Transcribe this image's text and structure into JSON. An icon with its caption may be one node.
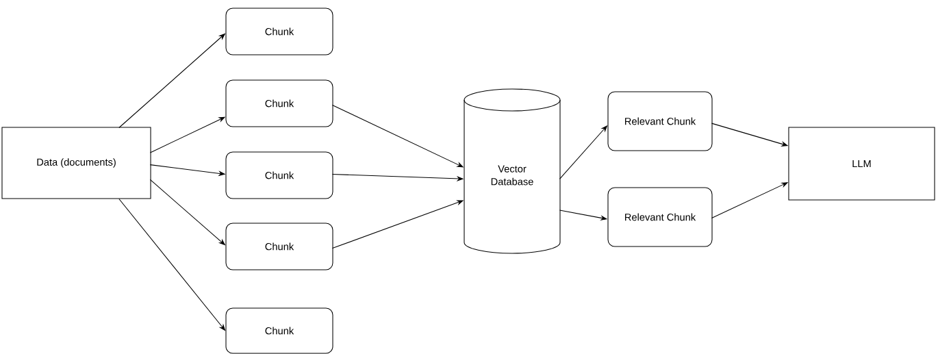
{
  "diagram": {
    "nodes": [
      {
        "text": [
          "Data (documents)"
        ]
      },
      {
        "text": [
          "Chunk"
        ]
      },
      {
        "text": [
          "Chunk"
        ]
      },
      {
        "text": [
          "Chunk"
        ]
      },
      {
        "text": [
          "Chunk"
        ]
      },
      {
        "text": [
          "Chunk"
        ]
      },
      {
        "text": [
          "Vector Database"
        ]
      },
      {
        "text": [
          "Relevant Chunk"
        ]
      },
      {
        "text": [
          "Relevant Chunk"
        ]
      },
      {
        "text": [
          "LLM"
        ]
      }
    ],
    "edges": [
      {
        "from": 0,
        "to": 1,
        "arrow": "to"
      },
      {
        "from": 0,
        "to": 2,
        "arrow": "to"
      },
      {
        "from": 0,
        "to": 3,
        "arrow": "to"
      },
      {
        "from": 0,
        "to": 4,
        "arrow": "to"
      },
      {
        "from": 0,
        "to": 5,
        "arrow": "to"
      },
      {
        "from": 2,
        "to": 6,
        "arrow": "to"
      },
      {
        "from": 3,
        "to": 6,
        "arrow": "to"
      },
      {
        "from": 4,
        "to": 6,
        "arrow": "to"
      },
      {
        "from": 6,
        "to": 7,
        "arrow": "to"
      },
      {
        "from": 6,
        "to": 8,
        "arrow": "to"
      },
      {
        "from": 7,
        "to": 9,
        "arrow": "to"
      },
      {
        "from": 8,
        "to": 9,
        "arrow": "to"
      }
    ]
  }
}
